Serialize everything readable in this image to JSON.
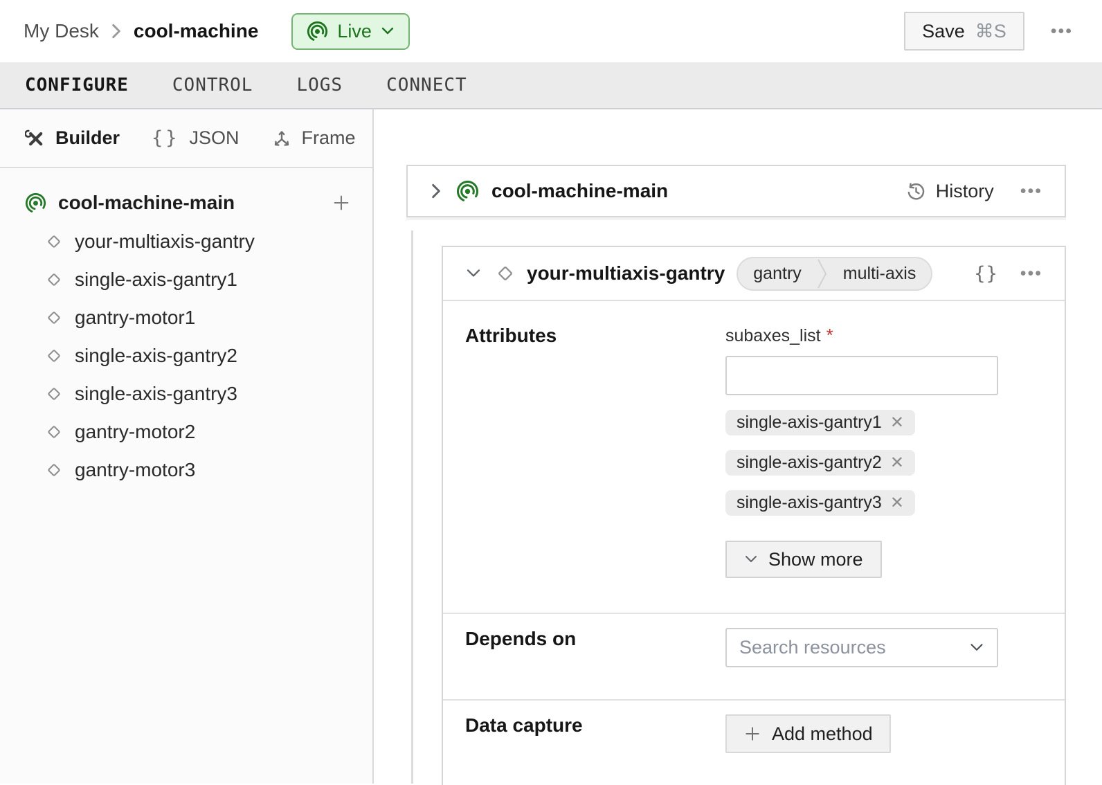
{
  "header": {
    "breadcrumb": {
      "parent": "My Desk",
      "current": "cool-machine"
    },
    "status": {
      "label": "Live"
    },
    "save": {
      "label": "Save",
      "shortcut": "⌘S"
    }
  },
  "tabs": [
    {
      "label": "CONFIGURE",
      "active": true
    },
    {
      "label": "CONTROL",
      "active": false
    },
    {
      "label": "LOGS",
      "active": false
    },
    {
      "label": "CONNECT",
      "active": false
    }
  ],
  "sidebar": {
    "views": [
      {
        "label": "Builder",
        "icon": "tools-icon",
        "active": true
      },
      {
        "label": "JSON",
        "icon": "braces-icon",
        "active": false
      },
      {
        "label": "Frame",
        "icon": "axes-icon",
        "active": false
      }
    ],
    "tree": {
      "root": "cool-machine-main",
      "items": [
        "your-multiaxis-gantry",
        "single-axis-gantry1",
        "gantry-motor1",
        "single-axis-gantry2",
        "single-axis-gantry3",
        "gantry-motor2",
        "gantry-motor3"
      ]
    }
  },
  "main": {
    "part_card": {
      "title": "cool-machine-main",
      "history_label": "History"
    },
    "resource_card": {
      "title": "your-multiaxis-gantry",
      "type_tags": [
        "gantry",
        "multi-axis"
      ],
      "attributes": {
        "section_label": "Attributes",
        "field_label": "subaxes_list",
        "required_marker": "*",
        "input_value": "",
        "chips": [
          "single-axis-gantry1",
          "single-axis-gantry2",
          "single-axis-gantry3"
        ],
        "show_more_label": "Show more"
      },
      "depends_on": {
        "section_label": "Depends on",
        "placeholder": "Search resources"
      },
      "data_capture": {
        "section_label": "Data capture",
        "add_method_label": "Add method"
      }
    }
  },
  "icons": {
    "ellipsis": "•••",
    "braces": "{}",
    "remove": "✕"
  },
  "colors": {
    "live_green_text": "#1e741e",
    "live_green_bg": "#e2f7e2",
    "live_green_border": "#74b374",
    "required_red": "#bb3434",
    "card_border": "#d6d6d6",
    "chip_bg": "#ececec",
    "tabbar_bg": "#ebebeb",
    "sidebar_bg": "#fbfbfb"
  }
}
